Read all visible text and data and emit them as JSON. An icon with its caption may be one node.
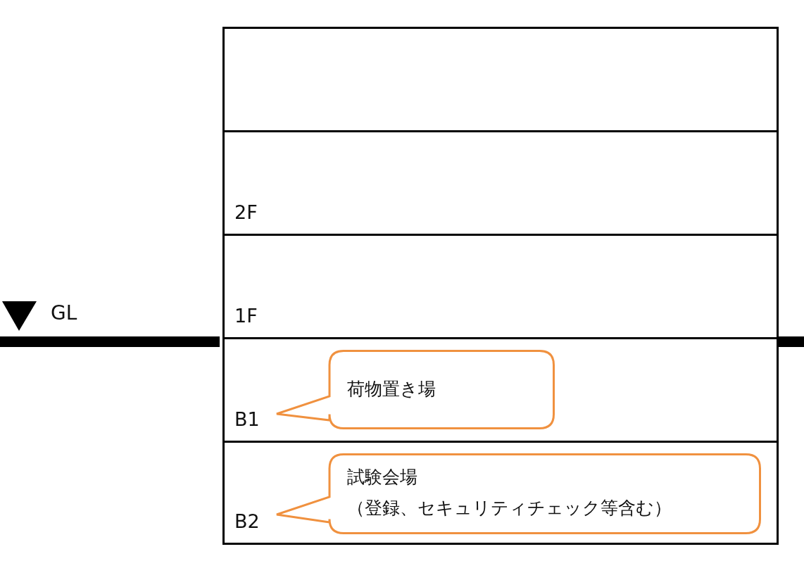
{
  "diagram": {
    "nodes": [
      {
        "text": [],
        "shape": "box"
      },
      {
        "text": [
          "2F"
        ]
      },
      {
        "text": [
          "1F"
        ]
      },
      {
        "text": [
          "B1"
        ]
      },
      {
        "text": [
          "荷物置き場"
        ],
        "in": 3
      },
      {
        "text": [
          "B2"
        ]
      },
      {
        "text": [
          "試験会場",
          "（登録、セキュリティチェック等含む）"
        ],
        "in": 5
      }
    ],
    "labels": [
      "GL"
    ]
  }
}
